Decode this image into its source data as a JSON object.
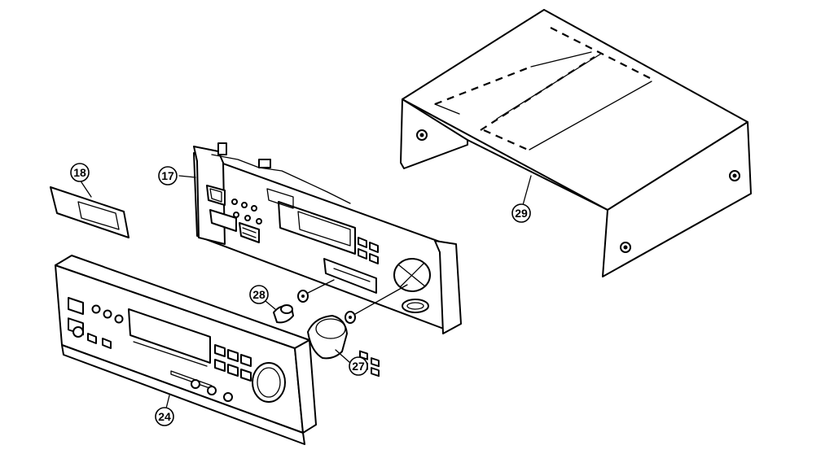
{
  "callouts": [
    {
      "id": "17",
      "label": "17"
    },
    {
      "id": "18",
      "label": "18"
    },
    {
      "id": "24",
      "label": "24"
    },
    {
      "id": "27",
      "label": "27"
    },
    {
      "id": "28",
      "label": "28"
    },
    {
      "id": "29",
      "label": "29"
    }
  ]
}
